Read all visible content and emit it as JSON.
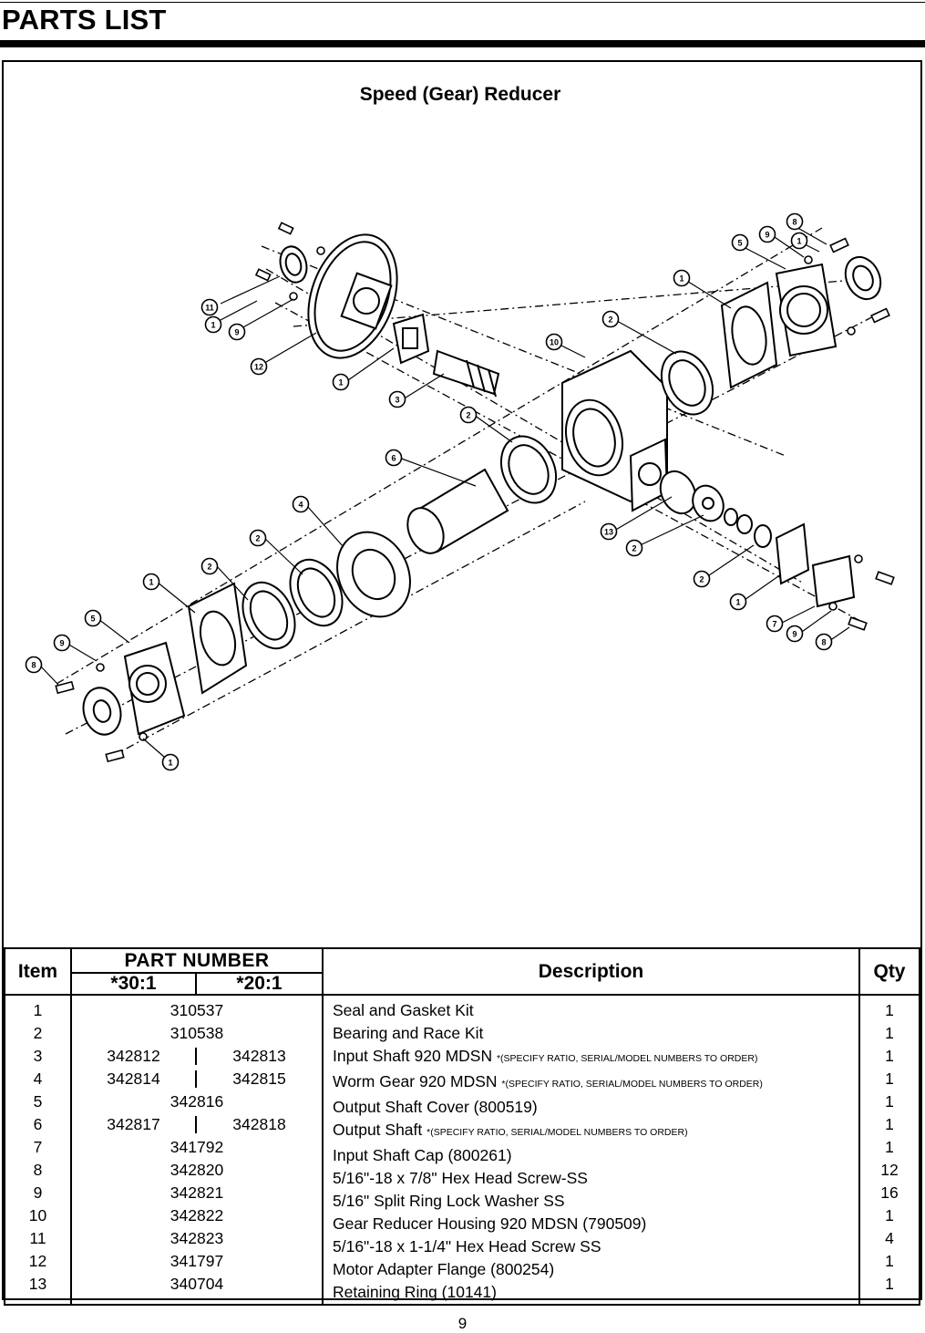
{
  "header": {
    "title": "PARTS LIST"
  },
  "diagram": {
    "title": "Speed (Gear) Reducer",
    "callouts": [
      "11",
      "1",
      "9",
      "12",
      "1",
      "3",
      "2",
      "6",
      "4",
      "2",
      "2",
      "1",
      "5",
      "9",
      "8",
      "1",
      "8",
      "9",
      "1",
      "5",
      "1",
      "2",
      "10",
      "13",
      "2",
      "2",
      "1",
      "7",
      "9",
      "8"
    ]
  },
  "table": {
    "headers": {
      "item": "Item",
      "part_number": "PART  NUMBER",
      "ratio_30": "*30:1",
      "ratio_20": "*20:1",
      "description": "Description",
      "qty": "Qty"
    },
    "rows": [
      {
        "item": "1",
        "pn": "310537",
        "pn30": "",
        "pn20": "",
        "desc": "Seal and Gasket Kit",
        "note": "",
        "qty": "1"
      },
      {
        "item": "2",
        "pn": "310538",
        "pn30": "",
        "pn20": "",
        "desc": "Bearing and Race Kit",
        "note": "",
        "qty": "1"
      },
      {
        "item": "3",
        "pn": "",
        "pn30": "342812",
        "pn20": "342813",
        "desc": "Input Shaft 920 MDSN ",
        "note": "*(SPECIFY RATIO, SERIAL/MODEL NUMBERS TO ORDER)",
        "qty": "1"
      },
      {
        "item": "4",
        "pn": "",
        "pn30": "342814",
        "pn20": "342815",
        "desc": "Worm Gear 920 MDSN ",
        "note": "*(SPECIFY RATIO, SERIAL/MODEL NUMBERS TO ORDER)",
        "qty": "1"
      },
      {
        "item": "5",
        "pn": "342816",
        "pn30": "",
        "pn20": "",
        "desc": "Output Shaft Cover (800519)",
        "note": "",
        "qty": "1"
      },
      {
        "item": "6",
        "pn": "",
        "pn30": "342817",
        "pn20": "342818",
        "desc": "Output Shaft ",
        "note": "*(SPECIFY RATIO, SERIAL/MODEL NUMBERS TO ORDER)",
        "qty": "1"
      },
      {
        "item": "7",
        "pn": "341792",
        "pn30": "",
        "pn20": "",
        "desc": "Input Shaft Cap  (800261)",
        "note": "",
        "qty": "1"
      },
      {
        "item": "8",
        "pn": "342820",
        "pn30": "",
        "pn20": "",
        "desc": "5/16\"-18 x 7/8\" Hex Head Screw-SS",
        "note": "",
        "qty": "12"
      },
      {
        "item": "9",
        "pn": "342821",
        "pn30": "",
        "pn20": "",
        "desc": "5/16\" Split Ring Lock Washer SS",
        "note": "",
        "qty": "16"
      },
      {
        "item": "10",
        "pn": "342822",
        "pn30": "",
        "pn20": "",
        "desc": "Gear Reducer Housing 920 MDSN (790509)",
        "note": "",
        "qty": "1"
      },
      {
        "item": "11",
        "pn": "342823",
        "pn30": "",
        "pn20": "",
        "desc": "5/16\"-18 x 1-1/4\" Hex Head Screw SS",
        "note": "",
        "qty": "4"
      },
      {
        "item": "12",
        "pn": "341797",
        "pn30": "",
        "pn20": "",
        "desc": "Motor Adapter Flange (800254)",
        "note": "",
        "qty": "1"
      },
      {
        "item": "13",
        "pn": "340704",
        "pn30": "",
        "pn20": "",
        "desc": "Retaining Ring (10141)",
        "note": "",
        "qty": "1"
      }
    ]
  },
  "footer": {
    "page_number": "9"
  }
}
